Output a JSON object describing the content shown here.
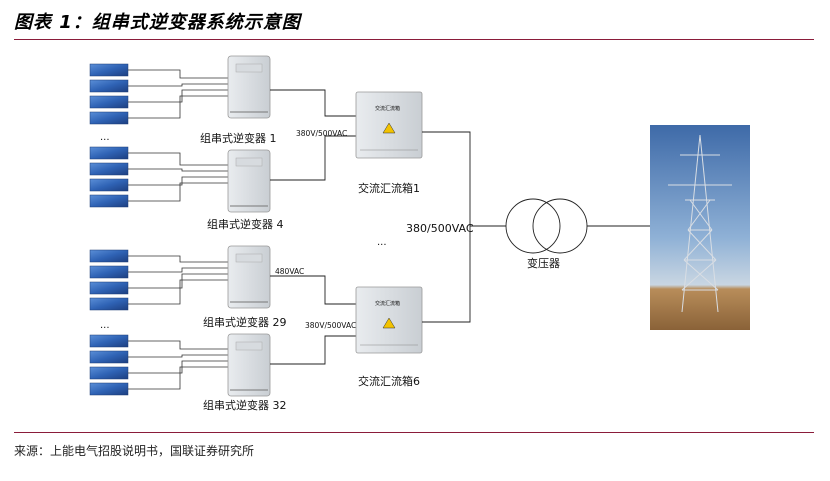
{
  "figure": {
    "title": "图表 1：组串式逆变器系统示意图",
    "source": "来源：上能电气招股说明书，国联证券研究所"
  },
  "inverters": [
    {
      "label": "组串式逆变器 1"
    },
    {
      "label": "组串式逆变器 4"
    },
    {
      "label": "组串式逆变器 29"
    },
    {
      "label": "组串式逆变器 32"
    }
  ],
  "ellipsis": "...",
  "combiners": [
    {
      "label": "交流汇流箱1",
      "panel_text": "交流汇流箱"
    },
    {
      "label": "交流汇流箱6",
      "panel_text": "交流汇流箱"
    }
  ],
  "voltages": {
    "inverter_output_a": "380V/500VAC",
    "inverter_output_b": "480VAC",
    "inverter_output_c": "380V/500VAC",
    "combiner_output": "380/500VAC"
  },
  "transformer": {
    "label": "变压器"
  },
  "colors": {
    "accent_rule": "#8a1c3a",
    "panel_blue": "#2f63b5",
    "line": "#222222"
  }
}
